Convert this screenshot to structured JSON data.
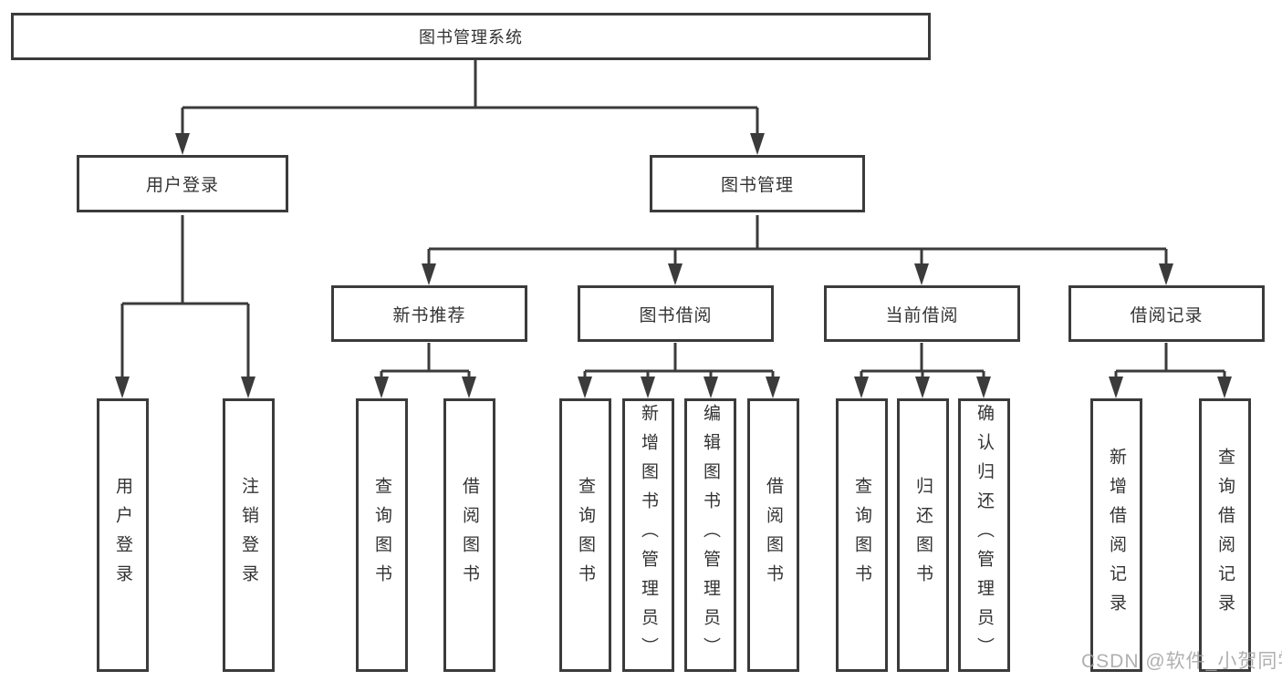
{
  "diagram": {
    "root": {
      "label": "图书管理系统"
    },
    "level2": [
      {
        "label": "用户登录"
      },
      {
        "label": "图书管理"
      }
    ],
    "level3": [
      {
        "label": "新书推荐"
      },
      {
        "label": "图书借阅"
      },
      {
        "label": "当前借阅"
      },
      {
        "label": "借阅记录"
      }
    ],
    "leaves": {
      "user": [
        "用户登录",
        "注销登录"
      ],
      "recommend": [
        "查询图书",
        "借阅图书"
      ],
      "borrow": [
        "查询图书",
        "新增图书（管理员）",
        "编辑图书（管理员）",
        "借阅图书"
      ],
      "current": [
        "查询图书",
        "归还图书",
        "确认归还（管理员）"
      ],
      "records": [
        "新增借阅记录",
        "查询借阅记录"
      ]
    }
  },
  "watermark": {
    "text": "CSDN @软件_小贺同学"
  },
  "colors": {
    "line": "#3b3b3b",
    "text": "#333333",
    "watermark": "#a5a5a5",
    "background": "#ffffff"
  }
}
